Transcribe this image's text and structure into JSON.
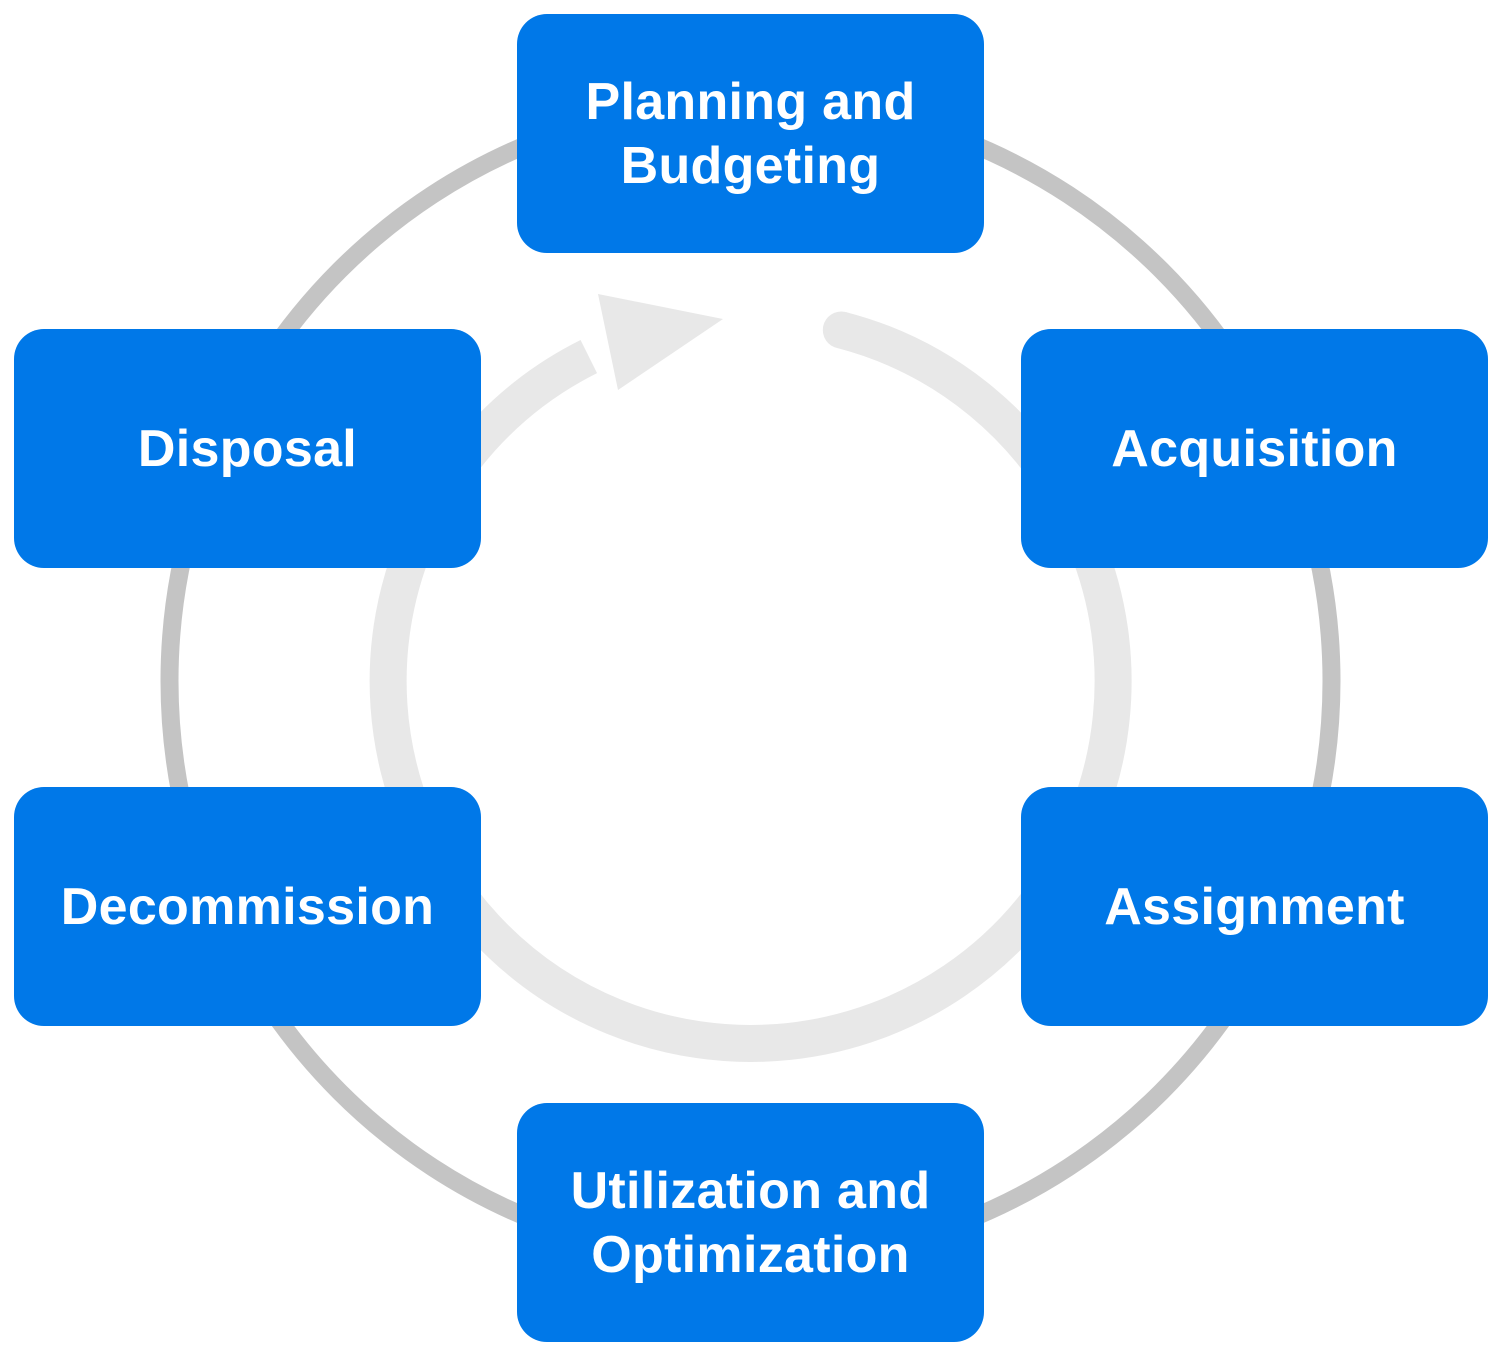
{
  "diagram": {
    "type": "cycle",
    "title": "",
    "direction": "clockwise",
    "colors": {
      "box_fill": "#0078e8",
      "box_text": "#ffffff",
      "outer_ring": "#c4c4c4",
      "inner_arrow": "#e8e8e8",
      "background": "#ffffff"
    },
    "stages": [
      {
        "label": "Planning and Budgeting"
      },
      {
        "label": "Acquisition"
      },
      {
        "label": "Assignment"
      },
      {
        "label": "Utilization and Optimization"
      },
      {
        "label": "Decommission"
      },
      {
        "label": "Disposal"
      }
    ],
    "icons": {
      "cycle_arrow": "circular-arrow-clockwise"
    }
  }
}
